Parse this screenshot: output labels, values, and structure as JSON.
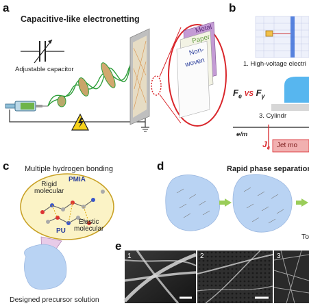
{
  "panels": {
    "a": {
      "label": "a",
      "title": "Capacitive-like electronetting",
      "capacitor_label": "Adjustable capacitor",
      "substrates": [
        "Metal",
        "Paper",
        "Non-",
        "woven"
      ]
    },
    "b": {
      "label": "b",
      "step1": "1. High-voltage electri",
      "force_fe": "F",
      "force_fe_sub": "e",
      "force_vs": "VS",
      "force_fg": "F",
      "force_fg_sub": "γ",
      "step3": "3. Cylindr",
      "axis_label": "e/m",
      "jc": "J",
      "jc_sub": "c",
      "jet_mode": "Jet mo"
    },
    "c": {
      "label": "c",
      "title": "Multiple hydrogen bonding",
      "rigid": "Rigid\nmolecular",
      "pmia": "PMIA",
      "elastic": "Elastic\nmolecular",
      "pu": "PU",
      "caption": "Designed precursor solution"
    },
    "d": {
      "label": "d",
      "title": "Rapid phase separation",
      "cut_text": "To"
    },
    "e": {
      "label": "e",
      "images": [
        "1",
        "2",
        "3"
      ]
    }
  },
  "colors": {
    "fiber_green": "#2e9e3a",
    "ellipse_red": "#d9262b",
    "warning_yellow": "#f6d21b",
    "jet_pink": "#f1b0b0",
    "blob_blue": "#b9d3f3",
    "bubble_yellow": "#fbf3c6",
    "pmia_blue": "#2b3f9c",
    "arrow_green": "#9acd59"
  }
}
